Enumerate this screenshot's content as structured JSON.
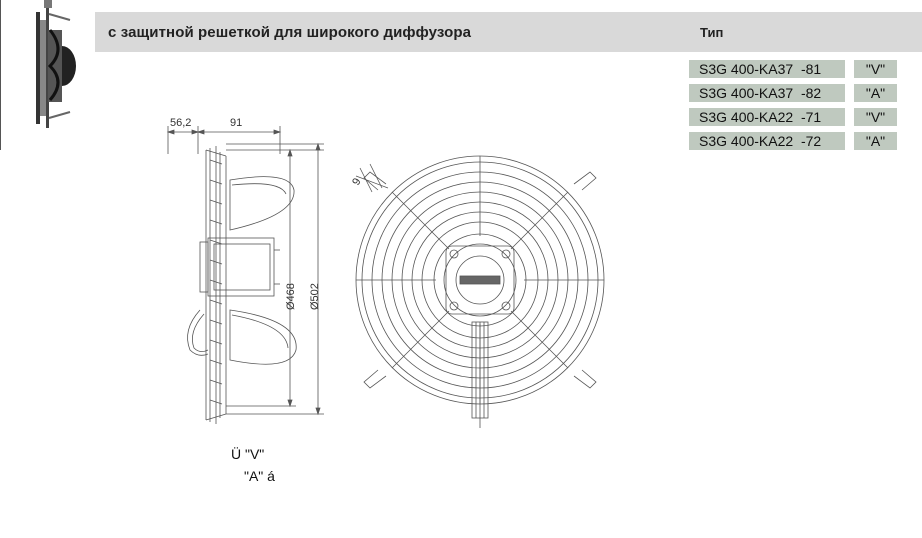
{
  "header": {
    "title": "с защитной решеткой для широкого диффузора",
    "type_label": "Тип"
  },
  "types": [
    {
      "code": "S3G 400-KA37  -81",
      "variant": "\"V\""
    },
    {
      "code": "S3G 400-KA37  -82",
      "variant": "\"A\""
    },
    {
      "code": "S3G 400-KA22  -71",
      "variant": "\"V\""
    },
    {
      "code": "S3G 400-KA22  -72",
      "variant": "\"A\""
    }
  ],
  "drawing": {
    "dim_56": "56,2",
    "dim_91": "91",
    "dim_d468": "Ø468",
    "dim_d502": "Ø502",
    "dim_9": "9"
  },
  "notes": {
    "line1": "Ü \"V\"",
    "line2": "\"A\" á"
  },
  "colors": {
    "header_bg": "#d9d9d9",
    "cell_bg": "#bfc9bf"
  }
}
